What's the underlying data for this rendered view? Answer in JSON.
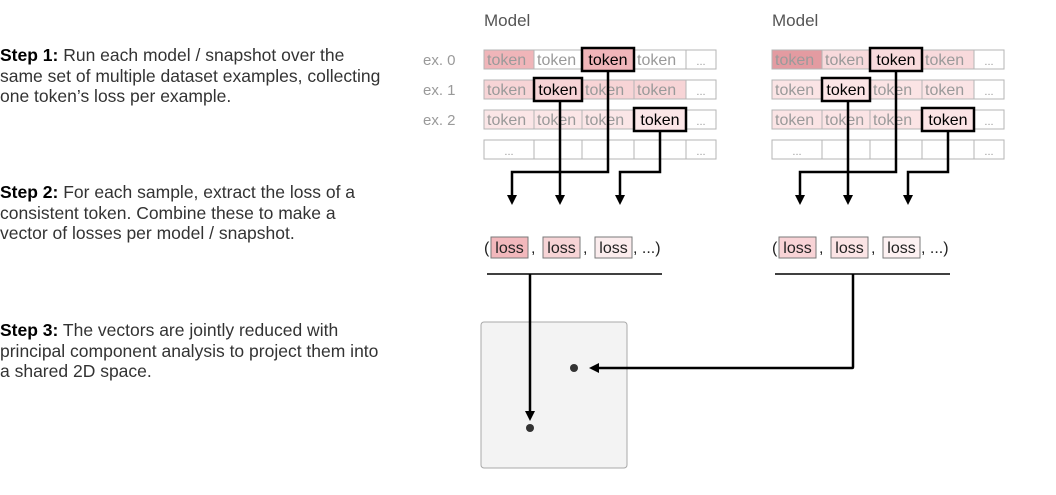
{
  "steps": [
    {
      "label": "Step 1:",
      "text": " Run each model / snapshot over the same set of multiple dataset examples, collecting one token’s loss per example."
    },
    {
      "label": "Step 2:",
      "text": " For each sample, extract the loss of a consistent token. Combine these to make a vector of losses per model / snapshot."
    },
    {
      "label": "Step 3:",
      "text": " The vectors are jointly reduced with principal component analysis to project them into a shared 2D space."
    }
  ],
  "row_labels": [
    "ex. 0",
    "ex. 1",
    "ex. 2"
  ],
  "models": [
    {
      "title": "Model",
      "grid": [
        [
          "token",
          "token",
          "token",
          "token",
          "..."
        ],
        [
          "token",
          "token",
          "token",
          "token",
          "..."
        ],
        [
          "token",
          "token",
          "token",
          "token",
          "..."
        ],
        [
          "...",
          "",
          "",
          "",
          "..."
        ]
      ],
      "vector": {
        "open": "(",
        "items": [
          "loss",
          "loss",
          "loss"
        ],
        "ellipsis": ", ...)"
      }
    },
    {
      "title": "Model",
      "grid": [
        [
          "token",
          "token",
          "token",
          "token",
          "..."
        ],
        [
          "token",
          "token",
          "token",
          "token",
          "..."
        ],
        [
          "token",
          "token",
          "token",
          "token",
          "..."
        ],
        [
          "...",
          "",
          "",
          "",
          "..."
        ]
      ],
      "vector": {
        "open": "(",
        "items": [
          "loss",
          "loss",
          "loss"
        ],
        "ellipsis": ", ...)"
      }
    }
  ],
  "colors": {
    "text_gray": "#9a9a9a",
    "cell_border": "#b5b5b5",
    "highlight_border": "#000000",
    "model_a_row_fills": [
      [
        "#f0b5b9",
        "#ffffff",
        "#f0b5b9",
        "#ffffff",
        "#ffffff"
      ],
      [
        "#f7d4d6",
        "#f7d4d6",
        "#f7d4d6",
        "#f7d4d6",
        "#ffffff"
      ],
      [
        "#fbe6e7",
        "#fbe6e7",
        "#fbe6e7",
        "#fbe6e7",
        "#ffffff"
      ]
    ],
    "model_b_row_fills": [
      [
        "#e39ba1",
        "#f8dadc",
        "#f8dadc",
        "#f8dadc",
        "#ffffff"
      ],
      [
        "#fbe4e5",
        "#fbe4e5",
        "#fbe4e5",
        "#fbe4e5",
        "#ffffff"
      ],
      [
        "#fbe4e5",
        "#fbe4e5",
        "#fbe4e5",
        "#fbe4e5",
        "#ffffff"
      ]
    ],
    "model_a_loss_fills": [
      "#f2b8bc",
      "#f7d4d6",
      "#fbeced"
    ],
    "model_b_loss_fills": [
      "#f8d3d6",
      "#fbe4e5",
      "#fdf1f2"
    ]
  }
}
